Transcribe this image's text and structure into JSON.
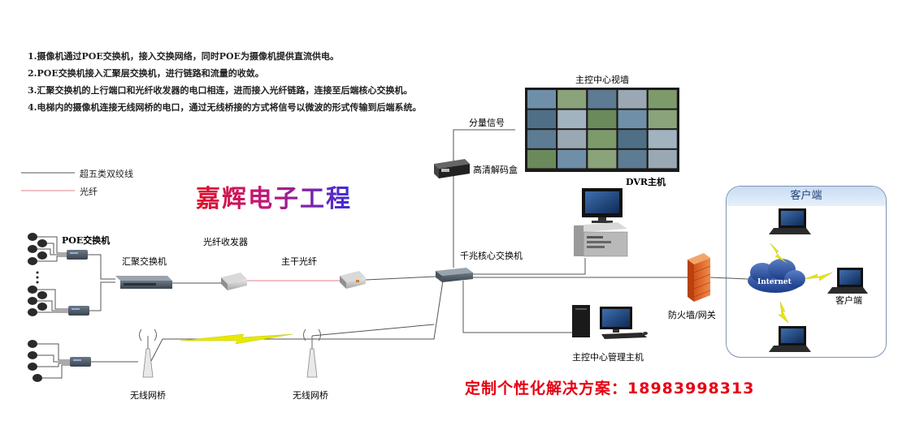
{
  "notes": [
    "1.摄像机通过POE交换机，接入交换网络，同时POE为摄像机提供直流供电。",
    "2.POE交换机接入汇聚层交换机，进行链路和流量的收敛。",
    "3.汇聚交换机的上行端口和光纤收发器的电口相连，进而接入光纤链路，连接至后端核心交换机。",
    "4.电梯内的摄像机连接无线网桥的电口，通过无线桥接的方式将信号以微波的形式传输到后端系统。"
  ],
  "legend": {
    "twisted_pair": "超五类双绞线",
    "fiber": "光纤"
  },
  "brand": "嘉辉电子工程",
  "contact": "定制个性化解决方案：18983998313",
  "labels": {
    "poe_switch": "POE交换机",
    "aggregation_switch": "汇聚交换机",
    "fiber_transceiver": "光纤收发器",
    "trunk_fiber": "主干光纤",
    "core_switch": "千兆核心交换机",
    "component_signal": "分量信号",
    "hd_decoder": "高清解码盒",
    "video_wall": "主控中心视墙",
    "dvr": "DVR主机",
    "mgmt_host": "主控中心管理主机",
    "firewall": "防火墙/网关",
    "client_area": "客户端",
    "client": "客户端",
    "internet": "Internet",
    "wireless_bridge_left": "无线网桥",
    "wireless_bridge_right": "无线网桥"
  },
  "colors": {
    "fiber_line": "#e0808a",
    "cable_line": "#555555",
    "brand_start": "#e0102a",
    "brand_end": "#3b2fd8",
    "contact": "#e60012",
    "wireless": "#e8e800"
  }
}
